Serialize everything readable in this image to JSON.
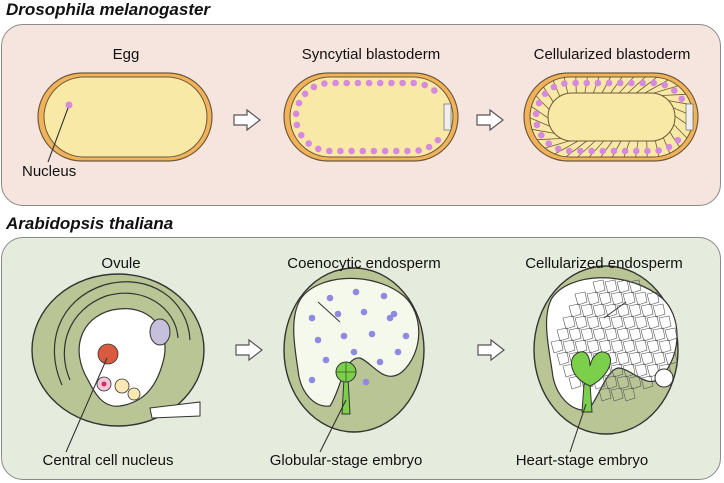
{
  "drosophila": {
    "title": "Drosophila melanogaster",
    "stages": [
      "Egg",
      "Syncytial blastoderm",
      "Cellularized blastoderm"
    ],
    "nucleus_label": "Nucleus"
  },
  "arabidopsis": {
    "title": "Arabidopsis thaliana",
    "stages": [
      "Ovule",
      "Coenocytic endosperm",
      "Cellularized endosperm"
    ],
    "bottom_labels": [
      "Central cell nucleus",
      "Globular-stage embryo",
      "Heart-stage embryo"
    ]
  },
  "colors": {
    "egg_yolk": "#f9e9a6",
    "egg_shell": "#f2b25a",
    "nuclei": "#d58ae0",
    "plant_tissue": "#b9c595",
    "endosperm_nuclei": "#8f8ae0",
    "embryo": "#7ccf4a",
    "central_nucleus": "#d95a3f"
  }
}
